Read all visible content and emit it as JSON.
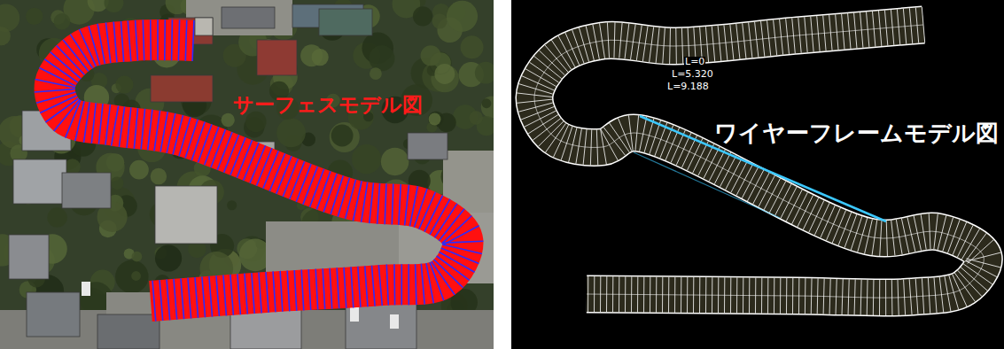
{
  "diagram": {
    "labels": [
      "サーフェスモデル図",
      "ワイヤーフレームモデル図",
      "L=0",
      "L=5.320",
      "L=9.188"
    ]
  }
}
